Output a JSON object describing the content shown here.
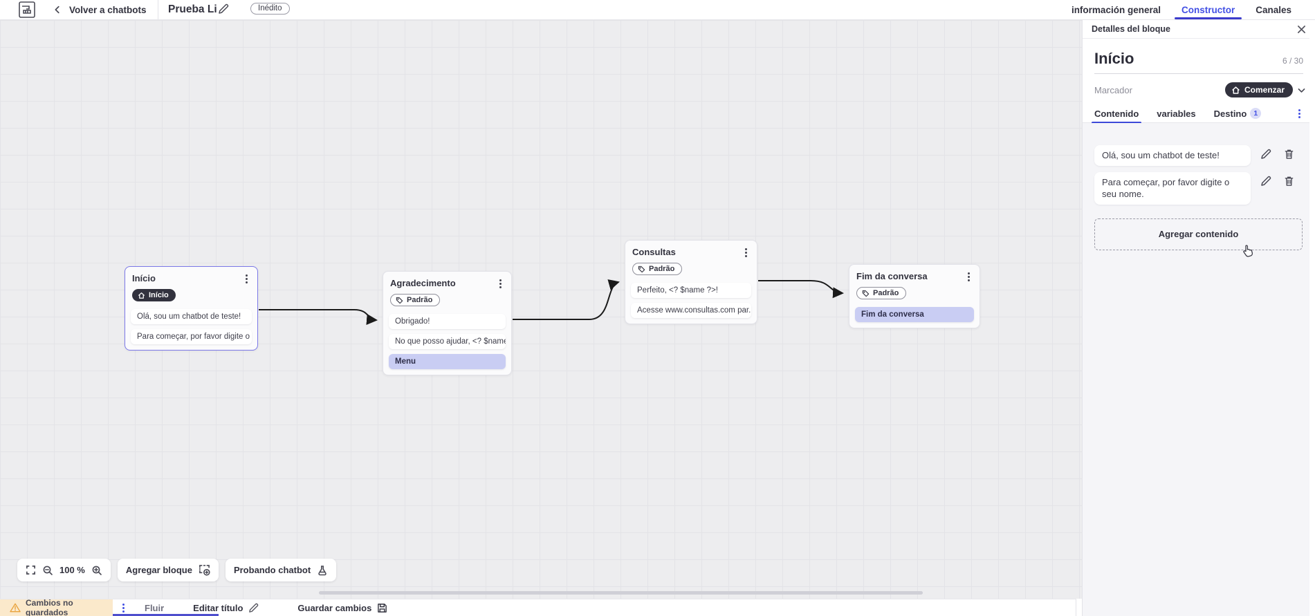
{
  "header": {
    "back_label": "Volver a chatbots",
    "title": "Prueba Li",
    "status_badge": "Inédito",
    "tabs": [
      {
        "label": "información general",
        "active": false
      },
      {
        "label": "Constructor",
        "active": true
      },
      {
        "label": "Canales",
        "active": false
      }
    ]
  },
  "canvas": {
    "zoom_level": "100 %",
    "add_block_label": "Agregar bloque",
    "test_chatbot_label": "Probando chatbot",
    "blocks": [
      {
        "title": "Início",
        "badge": "Início",
        "badge_icon": "home-icon",
        "selected": true,
        "rows": [
          {
            "text": "Olá, sou um chatbot de teste!"
          },
          {
            "text": "Para começar, por favor digite o ..."
          }
        ]
      },
      {
        "title": "Agradecimento",
        "badge": "Padrão",
        "badge_icon": "tag-icon",
        "selected": false,
        "rows": [
          {
            "text": "Obrigado!"
          },
          {
            "text": "No que posso ajudar, <? $name ..."
          },
          {
            "text": "Menu",
            "highlight": true
          }
        ]
      },
      {
        "title": "Consultas",
        "badge": "Padrão",
        "badge_icon": "tag-icon",
        "selected": false,
        "rows": [
          {
            "text": "Perfeito, <? $name ?>!"
          },
          {
            "text": "Acesse www.consultas.com par..."
          }
        ]
      },
      {
        "title": "Fim da conversa",
        "badge": "Padrão",
        "badge_icon": "tag-icon",
        "selected": false,
        "rows": [
          {
            "text": "Fim da conversa",
            "highlight": true
          }
        ]
      }
    ]
  },
  "panel": {
    "title": "Detalles del bloque",
    "block_name": "Início",
    "char_count": "6 / 30",
    "marker_label": "Marcador",
    "marker_value": "Comenzar",
    "tabs": [
      {
        "label": "Contenido",
        "active": true
      },
      {
        "label": "variables",
        "active": false
      },
      {
        "label": "Destino",
        "badge": "1",
        "active": false
      }
    ],
    "messages": [
      {
        "text": "Olá, sou um chatbot de teste!"
      },
      {
        "text": "Para começar, por favor digite o seu nome."
      }
    ],
    "add_content_label": "Agregar contenido"
  },
  "footer": {
    "unsaved_label": "Cambios no guardados",
    "flow_tab_label": "Fluir",
    "edit_title_label": "Editar título",
    "save_label": "Guardar cambios"
  },
  "colors": {
    "accent_blue": "#4250e4",
    "underline_indigo": "#3c3ccc",
    "dark_pill": "#32323e",
    "highlight_row": "#c9cdf3",
    "warning_bg": "#fbe9cb",
    "warning_icon": "#e9a23b",
    "canvas_bg": "#ededef",
    "connector": "#1a1a1a",
    "selected_border": "#7b78e8"
  }
}
